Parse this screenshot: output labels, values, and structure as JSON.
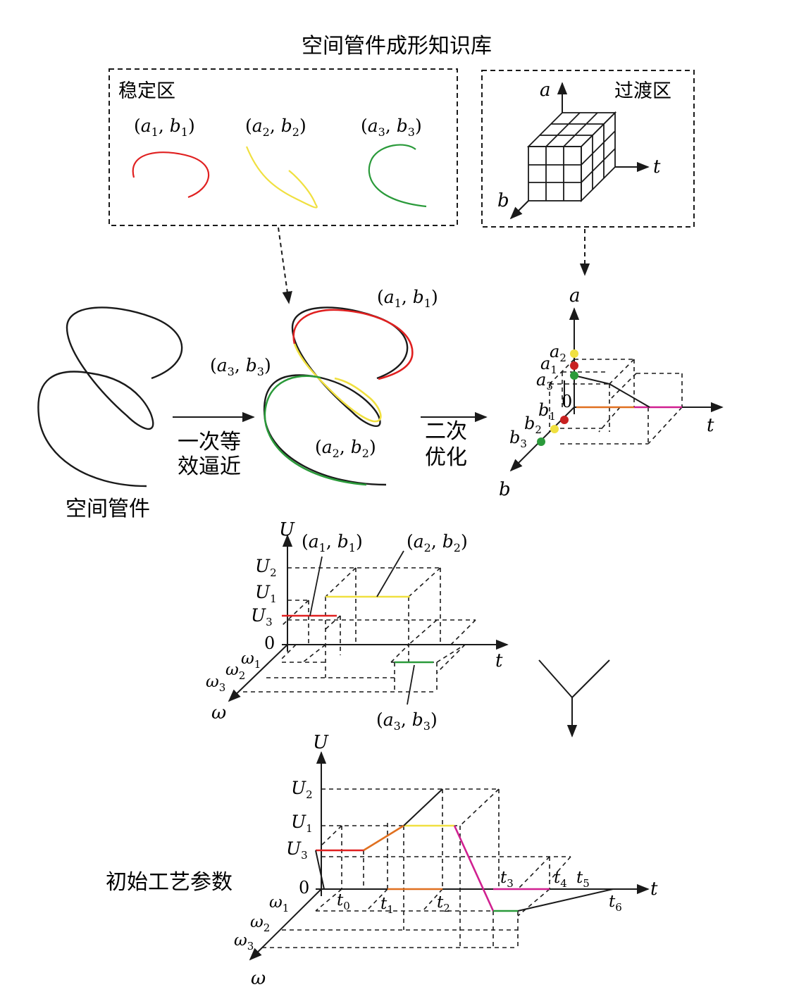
{
  "title": "空间管件成形知识库",
  "stable_zone": {
    "label": "稳定区",
    "params": [
      {
        "a": "a",
        "a_sub": "1",
        "b": "b",
        "b_sub": "1",
        "color": "#e02020"
      },
      {
        "a": "a",
        "a_sub": "2",
        "b": "b",
        "b_sub": "2",
        "color": "#f0e040"
      },
      {
        "a": "a",
        "a_sub": "3",
        "b": "b",
        "b_sub": "3",
        "color": "#2a9a3a"
      }
    ]
  },
  "transition_zone": {
    "label": "过渡区",
    "axes": {
      "a": "a",
      "t": "t",
      "b": "b"
    }
  },
  "flow": {
    "input_label": "空间管件",
    "step1": [
      "一次等",
      "效逼近"
    ],
    "step2": [
      "二次",
      "优化"
    ],
    "fit_labels": {
      "p1": {
        "a": "a",
        "a_sub": "1",
        "b": "b",
        "b_sub": "1"
      },
      "p2": {
        "a": "a",
        "a_sub": "2",
        "b": "b",
        "b_sub": "2"
      },
      "p3": {
        "a": "a",
        "a_sub": "3",
        "b": "b",
        "b_sub": "3"
      }
    }
  },
  "abt_chart": {
    "axes": {
      "a": "a",
      "t": "t",
      "b": "b"
    },
    "origin": "0",
    "a_ticks": [
      {
        "v": "a",
        "s": "2"
      },
      {
        "v": "a",
        "s": "1"
      },
      {
        "v": "a",
        "s": "3"
      }
    ],
    "b_ticks": [
      {
        "v": "b",
        "s": "1"
      },
      {
        "v": "b",
        "s": "2"
      },
      {
        "v": "b",
        "s": "3"
      }
    ]
  },
  "uwt_chart": {
    "axes": {
      "u": "U",
      "t": "t",
      "w": "ω"
    },
    "origin": "0",
    "u_ticks": [
      {
        "v": "U",
        "s": "2"
      },
      {
        "v": "U",
        "s": "1"
      },
      {
        "v": "U",
        "s": "3"
      }
    ],
    "w_ticks": [
      {
        "v": "ω",
        "s": "1"
      },
      {
        "v": "ω",
        "s": "2"
      },
      {
        "v": "ω",
        "s": "3"
      }
    ],
    "labels": {
      "p1": {
        "a": "a",
        "a_sub": "1",
        "b": "b",
        "b_sub": "1"
      },
      "p2": {
        "a": "a",
        "a_sub": "2",
        "b": "b",
        "b_sub": "2"
      },
      "p3": {
        "a": "a",
        "a_sub": "3",
        "b": "b",
        "b_sub": "3"
      }
    }
  },
  "final_chart": {
    "label": "初始工艺参数",
    "axes": {
      "u": "U",
      "t": "t",
      "w": "ω"
    },
    "origin": "0",
    "u_ticks": [
      {
        "v": "U",
        "s": "2"
      },
      {
        "v": "U",
        "s": "1"
      },
      {
        "v": "U",
        "s": "3"
      }
    ],
    "w_ticks": [
      {
        "v": "ω",
        "s": "1"
      },
      {
        "v": "ω",
        "s": "2"
      },
      {
        "v": "ω",
        "s": "3"
      }
    ],
    "t_ticks": [
      {
        "v": "t",
        "s": "0"
      },
      {
        "v": "t",
        "s": "1"
      },
      {
        "v": "t",
        "s": "2"
      },
      {
        "v": "t",
        "s": "3"
      },
      {
        "v": "t",
        "s": "4"
      },
      {
        "v": "t",
        "s": "5"
      },
      {
        "v": "t",
        "s": "6"
      }
    ]
  },
  "colors": {
    "red": "#e02020",
    "yellow": "#f0e040",
    "green": "#2a9a3a",
    "orange": "#e07020",
    "magenta": "#d02090",
    "ink": "#1a1a1a"
  }
}
